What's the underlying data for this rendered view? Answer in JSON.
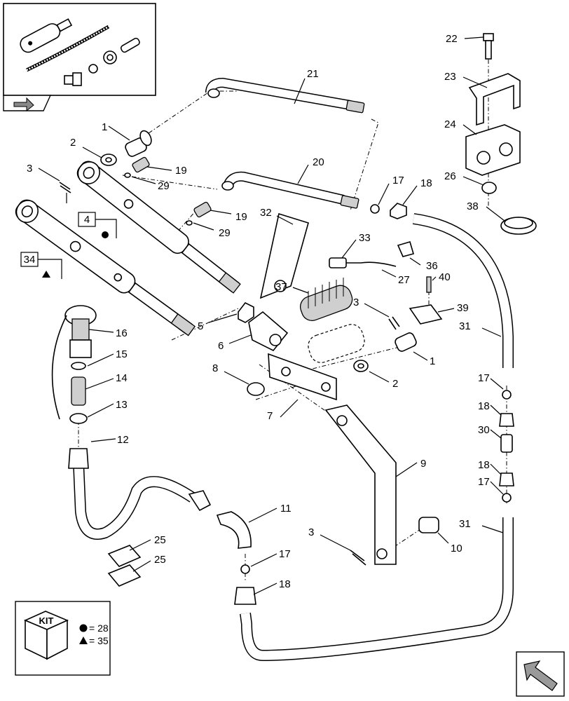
{
  "callouts": [
    {
      "id": "c1a",
      "text": "1"
    },
    {
      "id": "c2a",
      "text": "2"
    },
    {
      "id": "c3a",
      "text": "3"
    },
    {
      "id": "c19a",
      "text": "19"
    },
    {
      "id": "c29a",
      "text": "29"
    },
    {
      "id": "c21",
      "text": "21"
    },
    {
      "id": "c20",
      "text": "20"
    },
    {
      "id": "c19b",
      "text": "19"
    },
    {
      "id": "c29b",
      "text": "29"
    },
    {
      "id": "c32",
      "text": "32"
    },
    {
      "id": "c33",
      "text": "33"
    },
    {
      "id": "c17a",
      "text": "17"
    },
    {
      "id": "c18a",
      "text": "18"
    },
    {
      "id": "c22",
      "text": "22"
    },
    {
      "id": "c23",
      "text": "23"
    },
    {
      "id": "c24",
      "text": "24"
    },
    {
      "id": "c26",
      "text": "26"
    },
    {
      "id": "c38",
      "text": "38"
    },
    {
      "id": "c36",
      "text": "36"
    },
    {
      "id": "c27",
      "text": "27"
    },
    {
      "id": "c40",
      "text": "40"
    },
    {
      "id": "c37",
      "text": "37"
    },
    {
      "id": "c3b",
      "text": "3"
    },
    {
      "id": "c39",
      "text": "39"
    },
    {
      "id": "c31a",
      "text": "31"
    },
    {
      "id": "c5",
      "text": "5"
    },
    {
      "id": "c6",
      "text": "6"
    },
    {
      "id": "c1b",
      "text": "1"
    },
    {
      "id": "c16",
      "text": "16"
    },
    {
      "id": "c15",
      "text": "15"
    },
    {
      "id": "c14",
      "text": "14"
    },
    {
      "id": "c13",
      "text": "13"
    },
    {
      "id": "c8",
      "text": "8"
    },
    {
      "id": "c2b",
      "text": "2"
    },
    {
      "id": "c7",
      "text": "7"
    },
    {
      "id": "c17b",
      "text": "17"
    },
    {
      "id": "c18b",
      "text": "18"
    },
    {
      "id": "c30",
      "text": "30"
    },
    {
      "id": "c18c",
      "text": "18"
    },
    {
      "id": "c17c",
      "text": "17"
    },
    {
      "id": "c12",
      "text": "12"
    },
    {
      "id": "c9",
      "text": "9"
    },
    {
      "id": "c11",
      "text": "11"
    },
    {
      "id": "c3c",
      "text": "3"
    },
    {
      "id": "c10",
      "text": "10"
    },
    {
      "id": "c31b",
      "text": "31"
    },
    {
      "id": "c25a",
      "text": "25"
    },
    {
      "id": "c17d",
      "text": "17"
    },
    {
      "id": "c25b",
      "text": "25"
    },
    {
      "id": "c18d",
      "text": "18"
    }
  ],
  "boxed_labels": {
    "box4": "4",
    "box34": "34"
  },
  "kit_legend": {
    "kit_label": "KIT",
    "circle_ref": "= 28",
    "triangle_ref": "= 35"
  },
  "icons": [
    "assembly-thumbnail-icon",
    "page-corner-icon",
    "next-page-arrow-icon",
    "kit-box-icon"
  ],
  "colors": {
    "line": "#000000",
    "background": "#ffffff",
    "shade": "#cfcfcf"
  }
}
